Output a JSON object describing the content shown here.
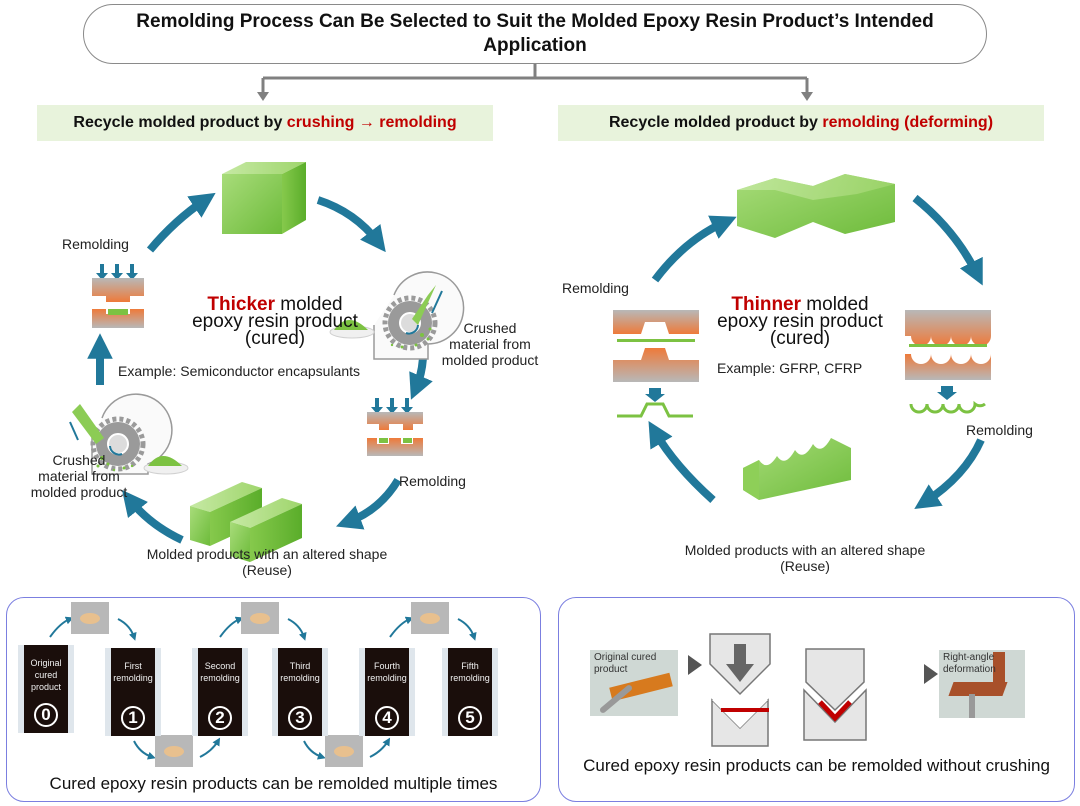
{
  "title": "Remolding Process Can Be Selected to Suit the Molded Epoxy Resin Product’s Intended Application",
  "colors": {
    "accent_red": "#c00000",
    "arrow_teal": "#21789a",
    "resin_green": "#7cc242",
    "mold_orange": "#ee7a3a",
    "label_bg": "#e8f3dc",
    "panel_border": "#7b7fe0"
  },
  "left": {
    "header_prefix": "Recycle molded product by ",
    "header_highlight": "crushing → remolding",
    "center_highlight": "Thicker",
    "center_line1_rest": " molded",
    "center_line2": "epoxy resin product",
    "center_line3": "(cured)",
    "example": "Example: Semiconductor encapsulants",
    "remolding_label_top": "Remolding",
    "remolding_label_bottom": "Remolding",
    "crushed_label_right": [
      "Crushed",
      "material from",
      "molded product"
    ],
    "crushed_label_left": [
      "Crushed",
      "material from",
      "molded product"
    ],
    "reuse_line1": "Molded products with an altered shape",
    "reuse_line2": "(Reuse)",
    "icons": [
      "cube-icon",
      "crusher-icon",
      "mold-press-icon",
      "crusher-icon",
      "mold-press-icon",
      "rectangular-bars-icon",
      "powder-dish-icon"
    ]
  },
  "right": {
    "header_prefix": "Recycle molded product by ",
    "header_highlight": "remolding (deforming)",
    "center_highlight": "Thinner",
    "center_line1_rest": " molded",
    "center_line2": "epoxy resin product",
    "center_line3": "(cured)",
    "example": "Example: GFRP, CFRP",
    "remolding_label_left": "Remolding",
    "remolding_label_right": "Remolding",
    "reuse_line1": "Molded products with an altered shape",
    "reuse_line2": "(Reuse)",
    "icons": [
      "stepped-block-icon",
      "hat-mold-icon",
      "wave-mold-icon",
      "wavy-block-icon"
    ]
  },
  "bottom_left": {
    "samples": [
      {
        "label": [
          "Original",
          "cured",
          "product"
        ],
        "number": "0"
      },
      {
        "label": [
          "First",
          "remolding"
        ],
        "number": "1"
      },
      {
        "label": [
          "Second",
          "remolding"
        ],
        "number": "2"
      },
      {
        "label": [
          "Third",
          "remolding"
        ],
        "number": "3"
      },
      {
        "label": [
          "Fourth",
          "remolding"
        ],
        "number": "4"
      },
      {
        "label": [
          "Fifth",
          "remolding"
        ],
        "number": "5"
      }
    ],
    "caption": "Cured epoxy resin products can be remolded multiple times"
  },
  "bottom_right": {
    "photo_before_label": [
      "Original cured",
      "product"
    ],
    "photo_after_label": [
      "Right-angle",
      "deformation"
    ],
    "caption": "Cured epoxy resin products can be remolded without crushing"
  }
}
